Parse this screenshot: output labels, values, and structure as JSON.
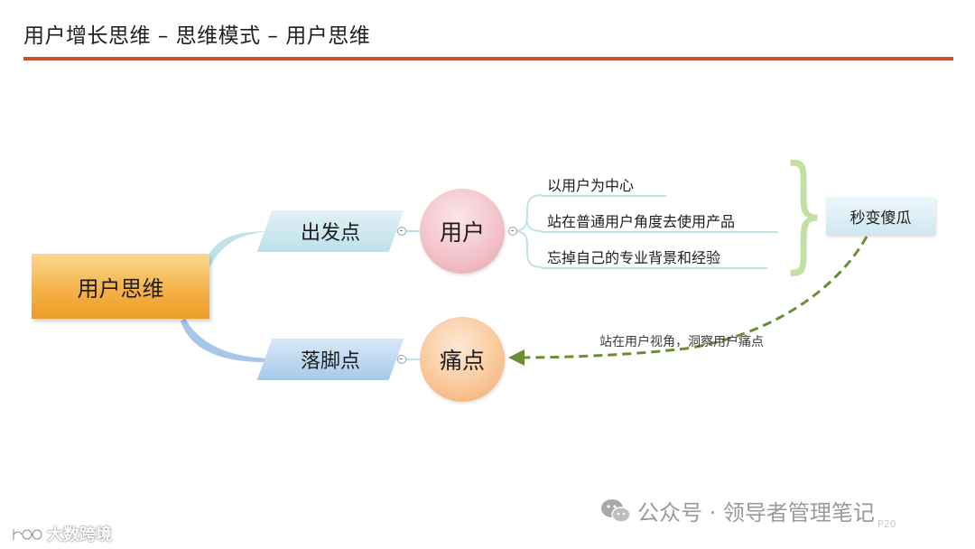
{
  "header": {
    "title": "用户增长思维 – 思维模式 – 用户思维"
  },
  "mindmap": {
    "root": "用户思维",
    "branches": [
      {
        "label": "出发点",
        "node": "用户",
        "items": [
          "以用户为中心",
          "站在普通用户角度去使用产品",
          "忘掉自己的专业背景和经验"
        ],
        "summary": "秒变傻瓜"
      },
      {
        "label": "落脚点",
        "node": "痛点"
      }
    ],
    "relation_label": "站在用户视角，洞察用户痛点"
  },
  "watermarks": {
    "right_text": "公众号 · 领导者管理笔记",
    "left_text": "大数跨境",
    "page_number": "P20"
  },
  "colors": {
    "title_rule": "#c8532b",
    "root_fill": "#f4b24a",
    "arrow": "#6b8e35",
    "brace": "#c3e0a3"
  }
}
